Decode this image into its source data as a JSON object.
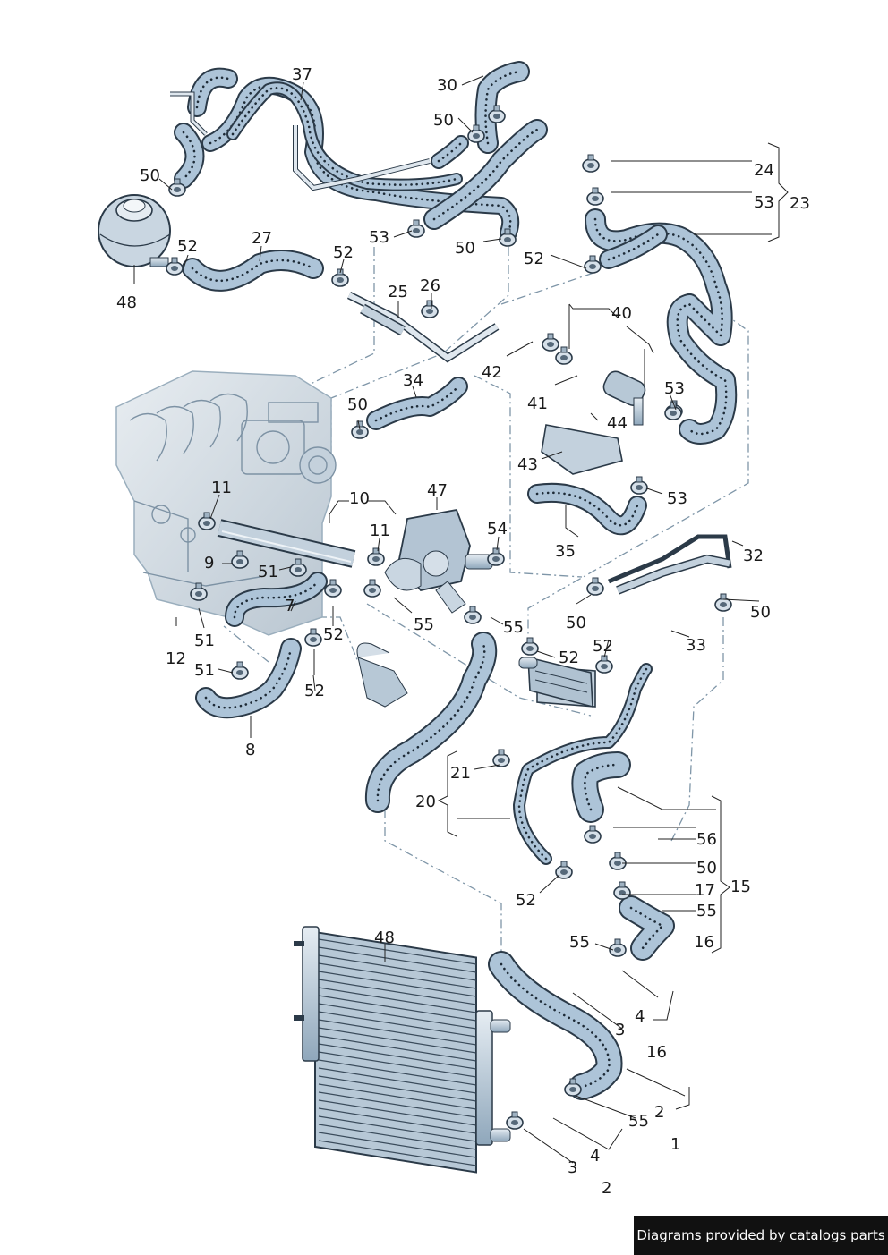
{
  "labels": {
    "l37": "37",
    "l30": "30",
    "l50a": "50",
    "l24": "24",
    "l53a": "53",
    "l23": "23",
    "l50b": "50",
    "l52a": "52",
    "l27": "27",
    "l52b": "52",
    "l53b": "53",
    "l50c": "50",
    "l52c": "52",
    "l48a": "48",
    "l25": "25",
    "l26": "26",
    "l40": "40",
    "l34": "34",
    "l42": "42",
    "l50d": "50",
    "l41": "41",
    "l44": "44",
    "l53c": "53",
    "l43": "43",
    "l53d": "53",
    "l11a": "11",
    "l10": "10",
    "l47": "47",
    "l35": "35",
    "l11b": "11",
    "l54": "54",
    "l32": "32",
    "l9": "9",
    "l51a": "51",
    "l7": "7",
    "l55a": "55",
    "l55b": "55",
    "l50e": "50",
    "l50f": "50",
    "l12": "12",
    "l51b": "51",
    "l52d": "52",
    "l52e": "52",
    "l33": "33",
    "l52f": "52",
    "l51c": "51",
    "l52g": "52",
    "l8": "8",
    "l21": "21",
    "l20": "20",
    "l56": "56",
    "l50g": "50",
    "l15": "15",
    "l52h": "52",
    "l17": "17",
    "l55c": "55",
    "l48b": "48",
    "l55d": "55",
    "l16a": "16",
    "l4a": "4",
    "l3a": "3",
    "l16b": "16",
    "l2a": "2",
    "l55e": "55",
    "l1": "1",
    "l4b": "4",
    "l3b": "3",
    "l2b": "2"
  },
  "footer": {
    "credit": "Diagrams provided by catalogs parts"
  },
  "icons": [
    "coolant-hose-icon",
    "hose-clamp-icon",
    "expansion-tank-icon",
    "radiator-icon",
    "engine-block-icon",
    "thermostat-housing-icon",
    "oil-cooler-icon",
    "water-pump-icon"
  ],
  "colors": {
    "hose_fill": "#adc4d8",
    "outline": "#2b3a48",
    "dash_line": "#7f96a8",
    "engine": "#d9e0e6",
    "footer_bg": "#111111"
  }
}
